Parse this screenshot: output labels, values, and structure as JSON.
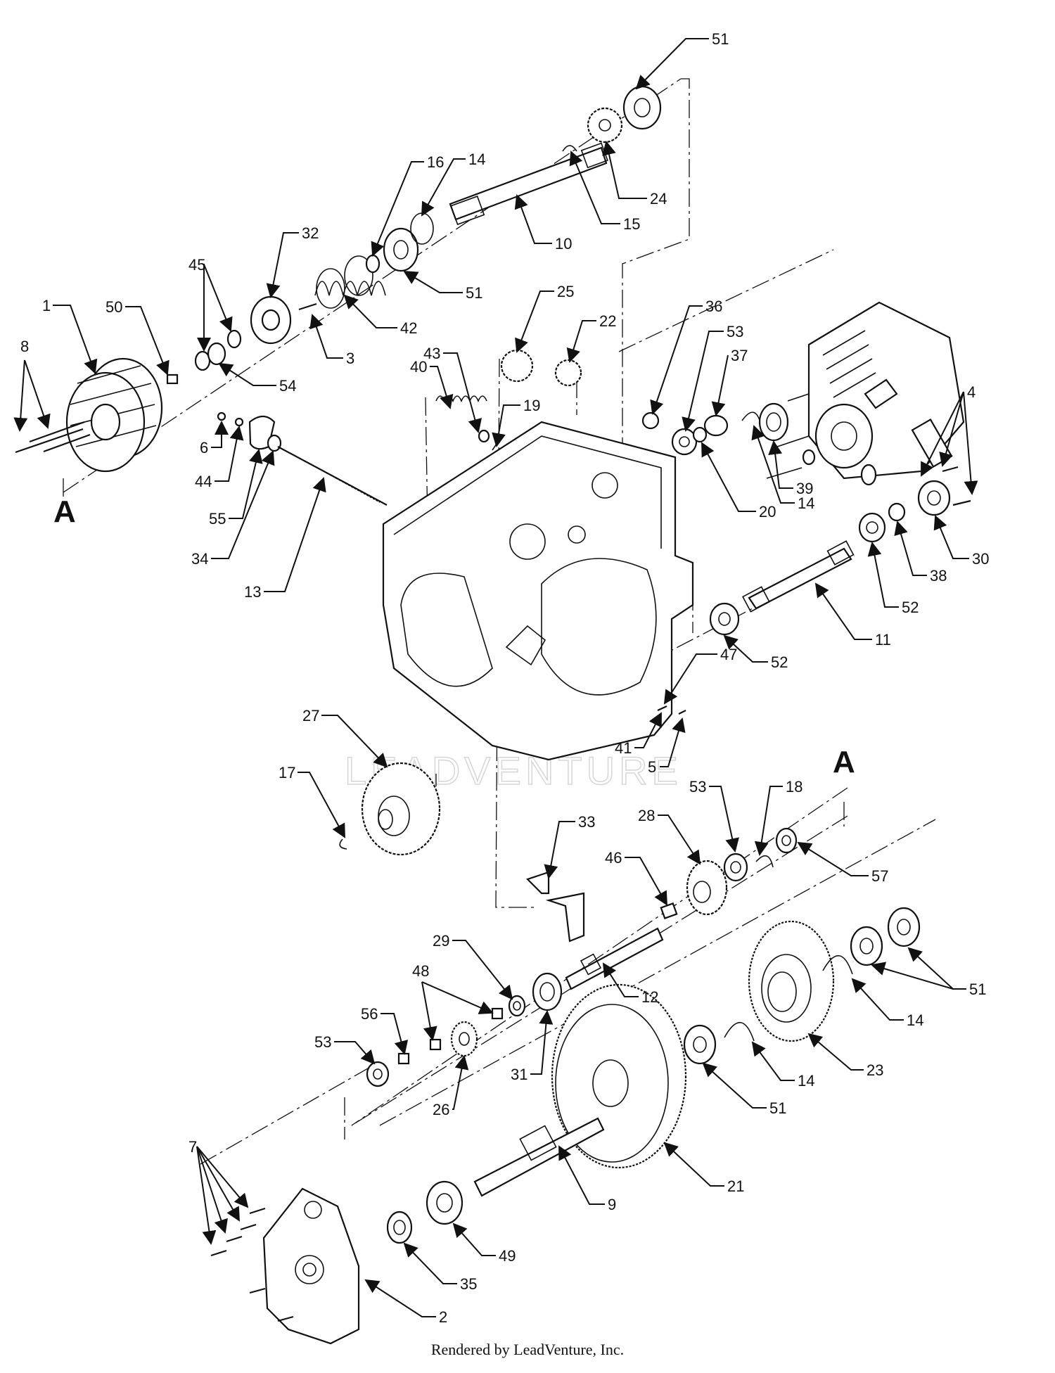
{
  "watermark": "LEADVENTURE",
  "section_marks": [
    "A",
    "A"
  ],
  "footer": "Rendered by LeadVenture, Inc.",
  "callouts": [
    "51",
    "16",
    "14",
    "24",
    "15",
    "10",
    "32",
    "45",
    "51",
    "42",
    "3",
    "50",
    "1",
    "54",
    "8",
    "25",
    "22",
    "36",
    "53",
    "37",
    "43",
    "40",
    "19",
    "6",
    "44",
    "55",
    "34",
    "13",
    "39",
    "20",
    "14",
    "4",
    "30",
    "38",
    "52",
    "11",
    "52",
    "47",
    "41",
    "5",
    "27",
    "17",
    "53",
    "18",
    "28",
    "57",
    "33",
    "46",
    "29",
    "48",
    "12",
    "51",
    "56",
    "53",
    "31",
    "26",
    "14",
    "23",
    "14",
    "51",
    "7",
    "21",
    "9",
    "49",
    "35",
    "2"
  ]
}
